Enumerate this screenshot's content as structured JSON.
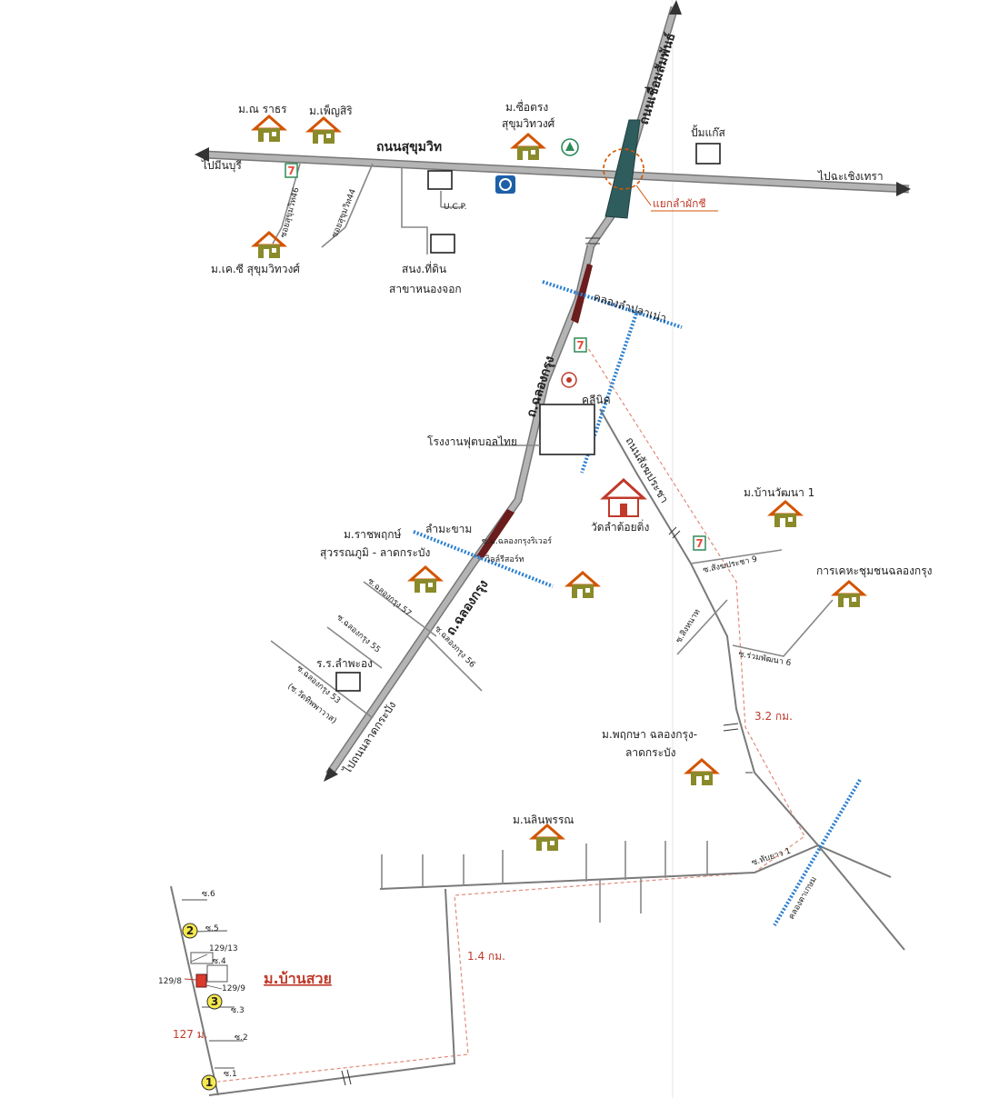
{
  "roads": {
    "sukhumvit": "ถนนสุขุมวิท",
    "sukhumvit_left": "ไปมีนบุรี",
    "sukhumvit_right": "ไปฉะเชิงเทรา",
    "connector": "ถนนเชื่อมสัมพันธ์",
    "chalongkrung_upper": "ถ.ฉลองกรุง",
    "chalongkrung_lower": "ถ.ฉลองกรุง",
    "to_ladkrabang": "ไปถนนลาดกระบัง",
    "sangkhapracha": "ถนนสังฆประชา",
    "soi_46": "ซอยสุขุมวิท46",
    "soi_44": "ซอยสุขุมวิท44"
  },
  "places": {
    "m_na_rathon": "ม.ณ ราธร",
    "m_phensiri": "ม.เพ็ญสิริ",
    "m_chuetrong_1": "ม.ซื่อตรง",
    "m_chuetrong_2": "สุขุมวิทวงศ์",
    "gas_station": "ปั้มแก๊ส",
    "ucp": "U.C.P.",
    "land_office_1": "สนง.ที่ดิน",
    "land_office_2": "สาขาหนองจอก",
    "m_kc": "ม.เค.ซี สุขุมวิทวงศ์",
    "junction": "แยกลำผักชี",
    "clinic": "คลีนิค",
    "football_factory": "โรงงานฟุตบอลไทย",
    "wat": "วัดลำต้อยติ่ง",
    "m_ban_wattana": "ม.บ้านวัฒนา 1",
    "housing": "การเคหะชุมชนฉลองกรุง",
    "m_ratchaphruek_1": "ม.ราชพฤกษ์",
    "m_ratchaphruek_2": "สุวรรณภูมิ - ลาดกระบัง",
    "m_chalong_river_1": "ซ.ม.ฉลองกรุงริเวอร์",
    "m_chalong_river_2": "วิลล์รีสอร์ท",
    "school": "ร.ร.ลำพะอง",
    "m_phruksa_1": "ม.พฤกษา ฉลองกรุง-",
    "m_phruksa_2": "ลาดกระบัง",
    "m_nalin": "ม.นลินพรรณ",
    "m_ban_suay": "ม.บ้านสวย"
  },
  "canals": {
    "lam_pla_thao": "คลองลำปลาเน่า",
    "lam_makham": "ลำมะขาม",
    "khlong_tan_kem": "คลองตาเกษม"
  },
  "sois": {
    "chalong_57": "ซ.ฉลองกรุง 57",
    "chalong_55": "ซ.ฉลองกรุง 55",
    "chalong_56": "ซ.ฉลองกรุง 56",
    "chalong_53": "ซ.ฉลองกรุง 53",
    "chalong_53_sub": "(ซ.วัดทิพพาวาส)",
    "sangkhapracha_9": "ซ.สังฆประชา 9",
    "singhanat": "ซ.สิงหนาท",
    "ruam_phatthana_6": "ซ.ร่วมพัฒนา 6",
    "nabyao_1": "ซ.หับยาว 1",
    "s6": "ซ.6",
    "s5": "ซ.5",
    "s4": "ซ.4",
    "s3": "ซ.3",
    "s2": "ซ.2",
    "s1": "ซ.1"
  },
  "plots": {
    "p129_13": "129/13",
    "p129_8": "129/8",
    "p129_9": "129/9"
  },
  "distances": {
    "d32": "3.2 กม.",
    "d14": "1.4 กม.",
    "d127": "127 ม."
  },
  "markers": {
    "m1": "1",
    "m2": "2",
    "m3": "3",
    "seven_label": "7"
  },
  "colors": {
    "road": "#9a9a9a",
    "canal": "#2a7fd0",
    "route": "#e08a7a",
    "house_roof": "#d35400",
    "house_body": "#8a8a2a",
    "highlight": "#c0392b"
  }
}
